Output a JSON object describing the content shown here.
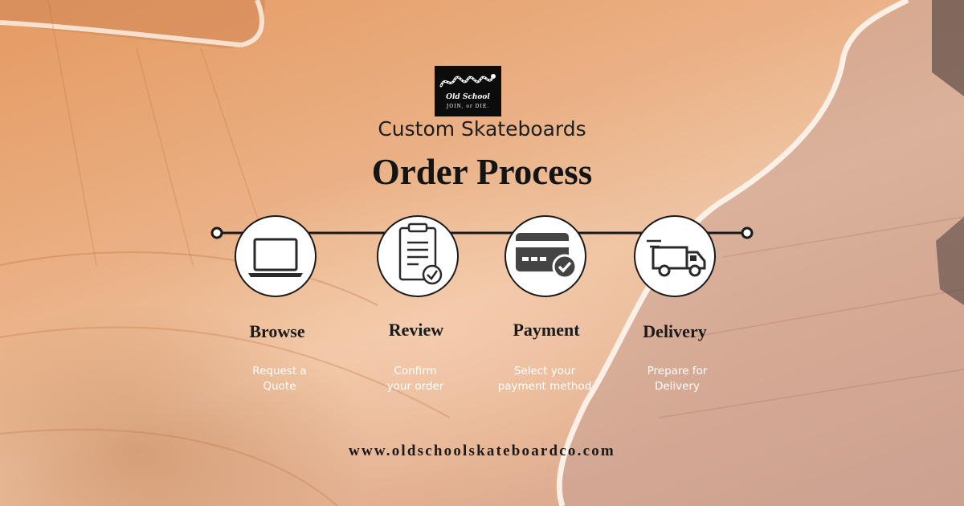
{
  "logo": {
    "line1": "Old School",
    "line2": "JOIN, or DIE.",
    "icon": "snake-emblem-icon"
  },
  "header": {
    "subtitle": "Custom Skateboards",
    "title": "Order Process"
  },
  "steps": [
    {
      "label": "Browse",
      "desc_line1": "Request a",
      "desc_line2": "Quote",
      "icon": "laptop-icon"
    },
    {
      "label": "Review",
      "desc_line1": "Confirm",
      "desc_line2": "your order",
      "icon": "clipboard-check-icon"
    },
    {
      "label": "Payment",
      "desc_line1": "Select your",
      "desc_line2": "payment method",
      "icon": "credit-card-check-icon"
    },
    {
      "label": "Delivery",
      "desc_line1": "Prepare for",
      "desc_line2": "Delivery",
      "icon": "delivery-truck-icon"
    }
  ],
  "footer": {
    "website": "www.oldschoolskateboardco.com"
  },
  "colors": {
    "accent_dark": "#1a1a1a",
    "text_light": "#ffffff",
    "background_orange": "#e8a676"
  }
}
